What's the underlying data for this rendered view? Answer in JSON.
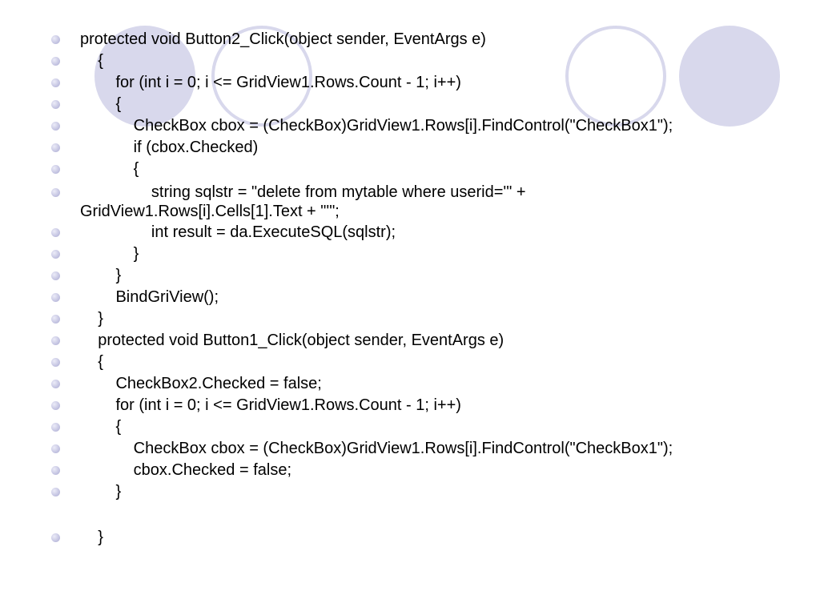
{
  "slide": {
    "lines": [
      {
        "text": "protected void Button2_Click(object sender, EventArgs e)",
        "bullet": true
      },
      {
        "text": "    {",
        "bullet": true
      },
      {
        "text": "        for (int i = 0; i <= GridView1.Rows.Count - 1; i++)",
        "bullet": true
      },
      {
        "text": "        {",
        "bullet": true
      },
      {
        "text": "            CheckBox cbox = (CheckBox)GridView1.Rows[i].FindControl(\"CheckBox1\");",
        "bullet": true
      },
      {
        "text": "            if (cbox.Checked)",
        "bullet": true
      },
      {
        "text": "            {",
        "bullet": true
      },
      {
        "text": "                string sqlstr = \"delete from mytable where userid='\" +",
        "bullet": true
      },
      {
        "text": "GridView1.Rows[i].Cells[1].Text + \"'\";",
        "bullet": false
      },
      {
        "text": "                int result = da.ExecuteSQL(sqlstr);",
        "bullet": true
      },
      {
        "text": "            }",
        "bullet": true
      },
      {
        "text": "        }",
        "bullet": true
      },
      {
        "text": "        BindGriView();",
        "bullet": true
      },
      {
        "text": "    }",
        "bullet": true
      },
      {
        "text": "    protected void Button1_Click(object sender, EventArgs e)",
        "bullet": true
      },
      {
        "text": "    {",
        "bullet": true
      },
      {
        "text": "        CheckBox2.Checked = false;",
        "bullet": true
      },
      {
        "text": "        for (int i = 0; i <= GridView1.Rows.Count - 1; i++)",
        "bullet": true
      },
      {
        "text": "        {",
        "bullet": true
      },
      {
        "text": "            CheckBox cbox = (CheckBox)GridView1.Rows[i].FindControl(\"CheckBox1\");",
        "bullet": true
      },
      {
        "text": "            cbox.Checked = false;",
        "bullet": true
      },
      {
        "text": "        }",
        "bullet": true
      },
      {
        "text": "",
        "bullet": false
      },
      {
        "text": "    }",
        "bullet": true
      }
    ]
  }
}
